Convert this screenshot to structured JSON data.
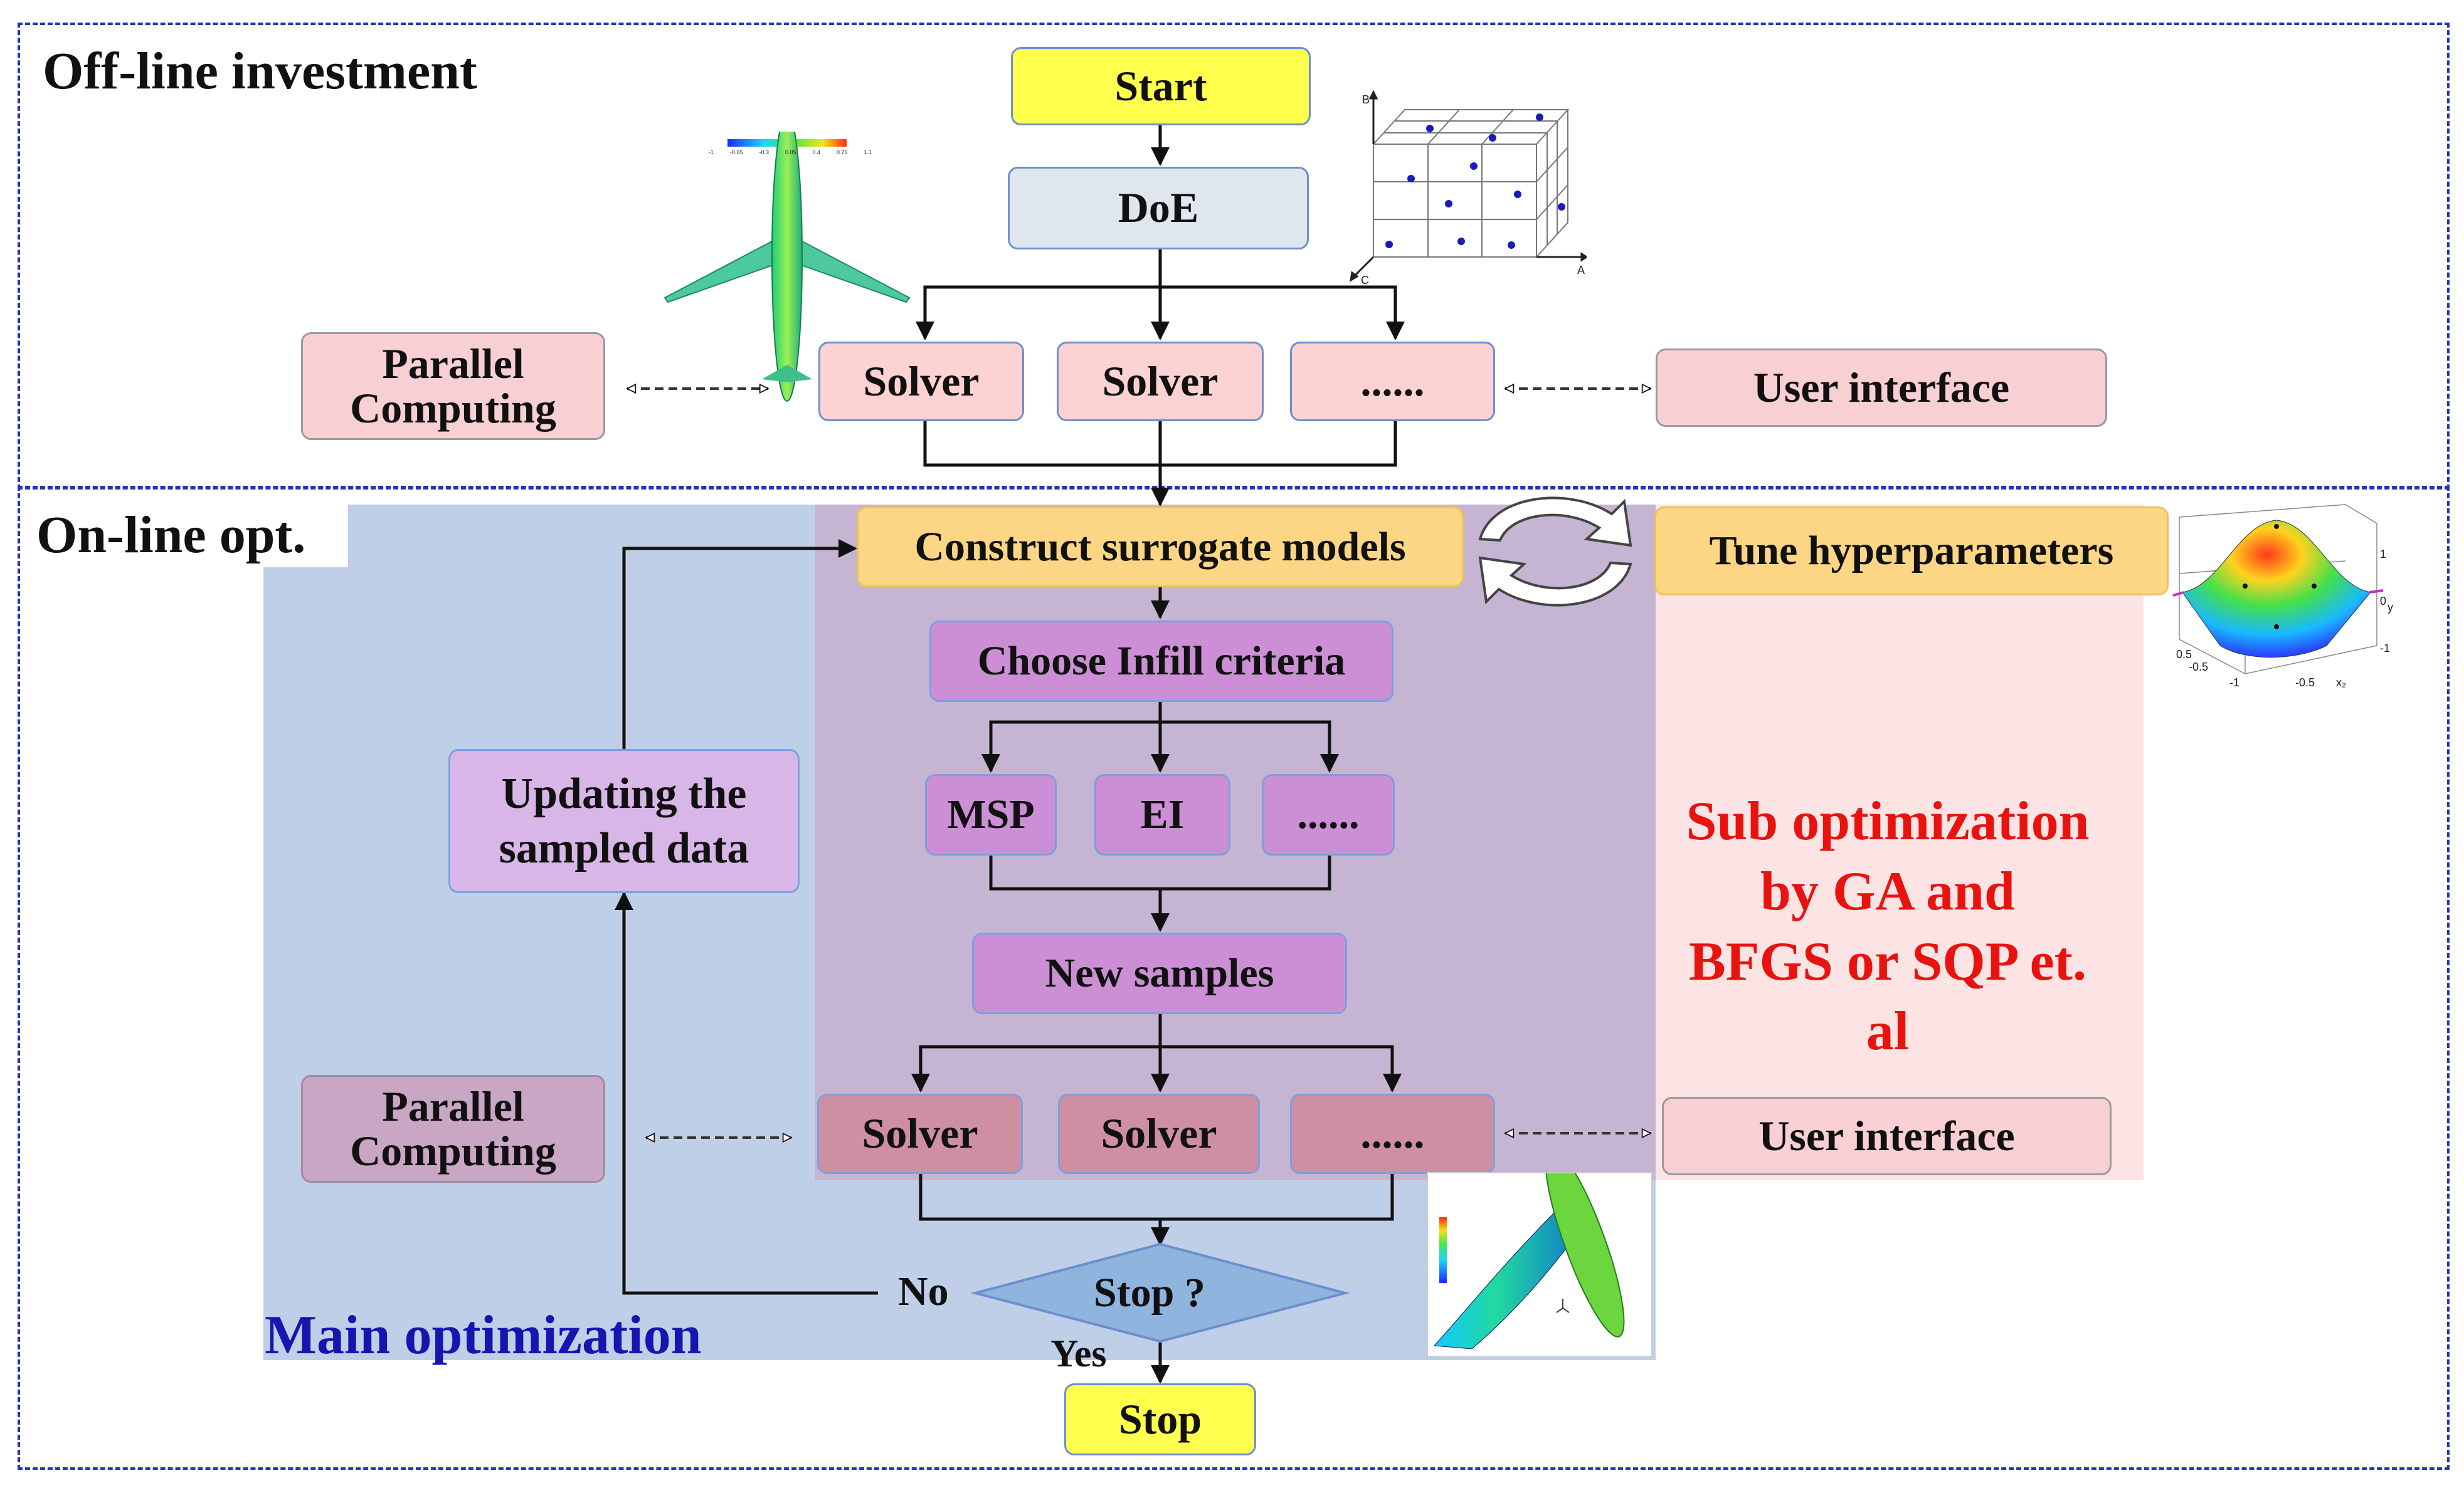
{
  "sections": {
    "offline_title": "Off-line investment",
    "online_title": "On-line opt."
  },
  "offline": {
    "start": "Start",
    "doe": "DoE",
    "solvers": [
      "Solver",
      "Solver",
      "......"
    ],
    "parallel": [
      "Parallel",
      "Computing"
    ],
    "user_interface": "User interface"
  },
  "online": {
    "construct": "Construct surrogate models",
    "tune": "Tune hyperparameters",
    "infill": "Choose Infill criteria",
    "criteria": [
      "MSP",
      "EI",
      "......"
    ],
    "new_samples": "New samples",
    "updating": [
      "Updating the",
      "sampled data"
    ],
    "solvers": [
      "Solver",
      "Solver",
      "......"
    ],
    "parallel": [
      "Parallel",
      "Computing"
    ],
    "user_interface": "User interface",
    "stop_decision": "Stop ?",
    "no": "No",
    "yes": "Yes",
    "stop": "Stop",
    "main_label": "Main optimization",
    "sub_label": [
      "Sub optimization",
      "by GA and",
      "BFGS or SQP et.",
      "al"
    ]
  },
  "doe_plot": {
    "axes": [
      "A",
      "B",
      "C"
    ]
  },
  "colorbar_labels": [
    "-1",
    "-0.65",
    "-0.3",
    "0.05",
    "0.4",
    "0.75",
    "1.1"
  ],
  "surface_plot": {
    "ticks": [
      "0.5",
      "-0.5",
      "-1",
      "-0.5",
      "1",
      "0",
      "-1"
    ],
    "axis_labels": [
      "x₂",
      "y"
    ]
  },
  "colors": {
    "frame_dash": "#2433b5",
    "main_region": "#c0cfe8",
    "sub_region": "#fde4e4",
    "overlap_region": "#c5b5d2",
    "main_text": "#1515b0",
    "sub_text": "#e8130f"
  }
}
